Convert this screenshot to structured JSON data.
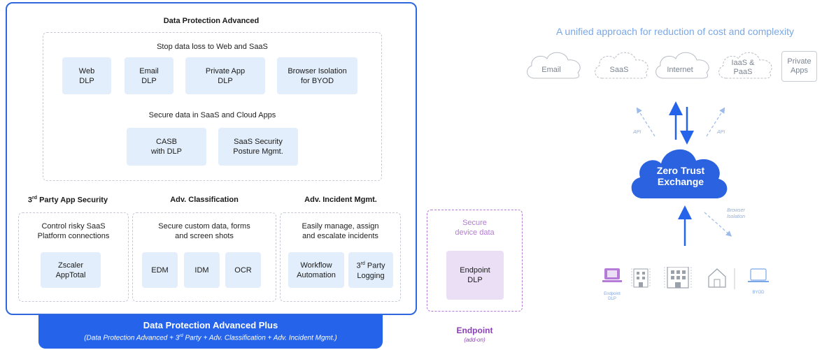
{
  "dpa": {
    "title": "Data Protection Advanced",
    "stop_loss": {
      "label": "Stop data loss to Web and SaaS",
      "tiles": [
        "Web\nDLP",
        "Email\nDLP",
        "Private App\nDLP",
        "Browser Isolation\nfor BYOD"
      ]
    },
    "secure_saas": {
      "label": "Secure data in SaaS and Cloud Apps",
      "tiles": [
        "CASB\nwith DLP",
        "SaaS Security\nPosture Mgmt."
      ]
    }
  },
  "third_party": {
    "heading_pre": "3",
    "heading_sup": "rd",
    "heading_post": " Party App Security",
    "desc": "Control risky SaaS\nPlatform connections",
    "tile": "Zscaler\nAppTotal"
  },
  "classification": {
    "heading": "Adv. Classification",
    "desc": "Secure custom data, forms\nand screen shots",
    "tiles": [
      "EDM",
      "IDM",
      "OCR"
    ]
  },
  "incident": {
    "heading": "Adv. Incident Mgmt.",
    "desc": "Easily manage, assign\nand escalate incidents",
    "tile_workflow": "Workflow\nAutomation",
    "tile_logging_pre": "3",
    "tile_logging_sup": "rd",
    "tile_logging_post": " Party\nLogging"
  },
  "plus": {
    "title": "Data Protection Advanced Plus",
    "subtitle_a": "(Data Protection Advanced + 3",
    "subtitle_sup": "rd",
    "subtitle_b": " Party + Adv. Classification + Adv. Incident Mgmt.)"
  },
  "endpoint": {
    "desc": "Secure\ndevice data",
    "tile": "Endpoint\nDLP",
    "label": "Endpoint",
    "addon": "(add-on)"
  },
  "right": {
    "title": "A unified approach for reduction of cost and complexity",
    "destinations": [
      "Email",
      "SaaS",
      "Internet",
      "IaaS &\nPaaS",
      "Private\nApps"
    ],
    "api_left": "API",
    "api_right": "API",
    "hub": "Zero Trust\nExchange",
    "browser_isolation": "Browser\nIsolation",
    "device_endpoint": "Endpoint\nDLP",
    "device_byod": "BYOD"
  },
  "colors": {
    "primary_blue": "#2563eb",
    "tile_blue": "#e2eefb",
    "endpoint_purple": "#8a3fb8",
    "endpoint_tile": "#eadff5",
    "hub_blue": "#2a62e0",
    "muted_blue": "#7aa7e8"
  }
}
